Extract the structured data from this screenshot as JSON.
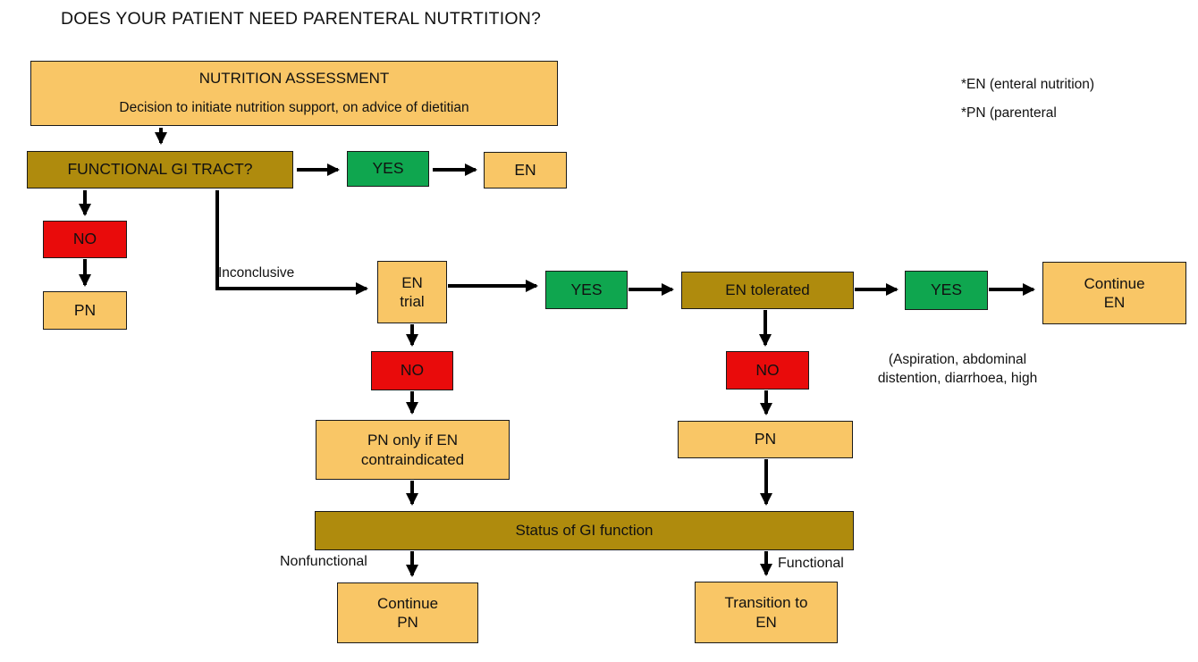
{
  "title": "DOES YOUR PATIENT NEED PARENTERAL NUTRTITION?",
  "legend": {
    "en_note": "*EN (enteral nutrition)",
    "pn_note": "*PN (parenteral"
  },
  "colors": {
    "orange": "#F9C666",
    "gold": "#AF8B0D",
    "green": "#0FA64F",
    "red": "#E90B0B",
    "arrow": "#000000"
  },
  "nodes": {
    "nutrition_assessment": {
      "line1": "NUTRITION ASSESSMENT",
      "line2": "Decision to initiate nutrition support, on advice of dietitian"
    },
    "functional_gi_tract": {
      "label": "FUNCTIONAL GI TRACT?"
    },
    "yes_gi": {
      "label": "YES"
    },
    "en_outcome": {
      "label": "EN"
    },
    "no_gi": {
      "label": "NO"
    },
    "pn_outcome": {
      "label": "PN"
    },
    "en_trial": {
      "line1": "EN",
      "line2": "trial"
    },
    "yes_trial": {
      "label": "YES"
    },
    "en_tolerated": {
      "label": "EN tolerated"
    },
    "yes_tolerated": {
      "label": "YES"
    },
    "continue_en": {
      "line1": "Continue",
      "line2": "EN"
    },
    "no_trial": {
      "label": "NO"
    },
    "no_tolerated": {
      "label": "NO"
    },
    "pn_only_if_en": {
      "line1": "PN only if EN",
      "line2": "contraindicated"
    },
    "pn_after_intolerance": {
      "label": "PN"
    },
    "status_gi_function": {
      "label": "Status of GI function"
    },
    "continue_pn": {
      "line1": "Continue",
      "line2": "PN"
    },
    "transition_to_en": {
      "line1": "Transition to",
      "line2": "EN"
    }
  },
  "edge_labels": {
    "inconclusive": "Inconclusive",
    "nonfunctional": "Nonfunctional",
    "functional": "Functional"
  },
  "annotations": {
    "aspiration_line1": "(Aspiration, abdominal",
    "aspiration_line2": "distention, diarrhoea, high"
  }
}
